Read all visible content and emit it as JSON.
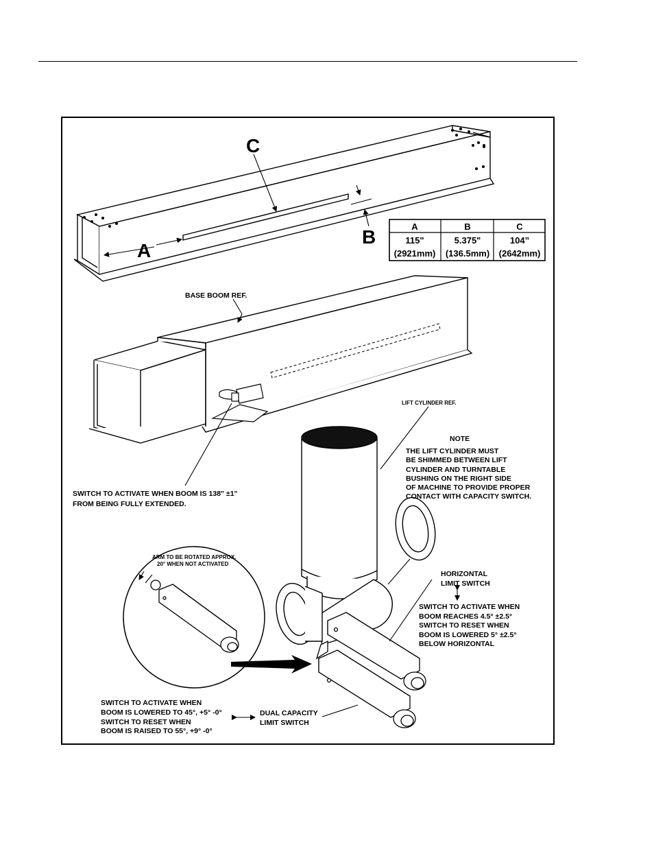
{
  "labels": {
    "dim_c": "C",
    "dim_a": "A",
    "dim_b": "B",
    "base_boom_ref": "BASE BOOM REF.",
    "lift_cylinder_ref": "LIFT CYLINDER REF.",
    "note_title": "NOTE",
    "note_lines": [
      "THE LIFT CYLINDER MUST",
      "BE SHIMMED BETWEEN LIFT",
      "CYLINDER AND TURNTABLE",
      "BUSHING ON THE RIGHT SIDE",
      "OF MACHINE TO PROVIDE PROPER",
      "CONTACT WITH CAPACITY SWITCH."
    ],
    "switch_extend_lines": [
      "SWITCH TO ACTIVATE WHEN BOOM IS 138\" ±1\"",
      "FROM BEING FULLY EXTENDED."
    ],
    "arm_lines": [
      "ARM TO BE ROTATED APPROX.",
      "20° WHEN NOT ACTIVATED"
    ],
    "horizontal_switch_lines": [
      "HORIZONTAL",
      "LIMIT SWITCH"
    ],
    "horizontal_desc_lines": [
      "SWITCH TO ACTIVATE WHEN",
      "BOOM REACHES 4.5° ±2.5°",
      "SWITCH TO RESET WHEN",
      "BOOM IS LOWERED 5° ±2.5°",
      "BELOW HORIZONTAL"
    ],
    "capacity_desc_lines": [
      "SWITCH TO ACTIVATE WHEN",
      "BOOM IS LOWERED TO 45°, +5° -0°",
      "SWITCH TO RESET WHEN",
      "BOOM IS RAISED TO 55°, +9° -0°"
    ],
    "capacity_switch_lines": [
      "DUAL CAPACITY",
      "LIMIT SWITCH"
    ]
  },
  "dimension_table": {
    "headers": [
      "A",
      "B",
      "C"
    ],
    "imperial": [
      "115\"",
      "5.375\"",
      "104”"
    ],
    "metric": [
      "(2921mm)",
      "(136.5mm)",
      "(2642mm)"
    ]
  }
}
